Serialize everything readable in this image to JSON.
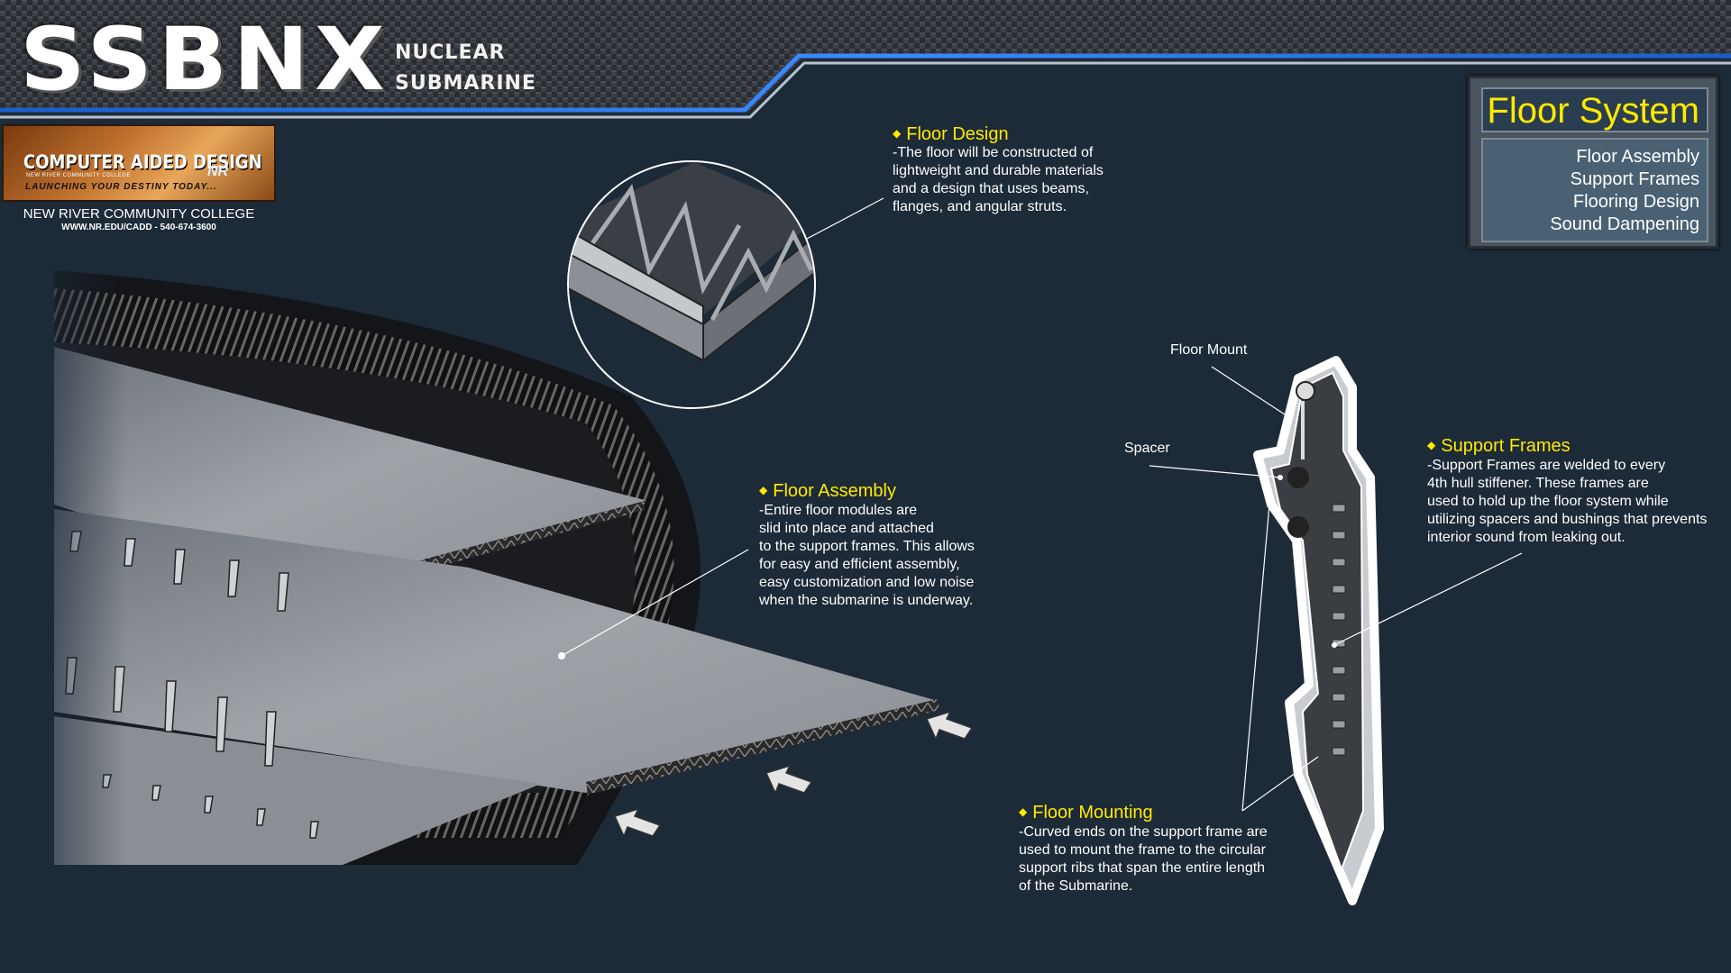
{
  "header": {
    "title": "SSBNX",
    "subtitle_line1": "NUCLEAR",
    "subtitle_line2": "SUBMARINE"
  },
  "logo": {
    "line1": "COMPUTER AIDED DESIGN",
    "line2": "NEW RIVER COMMUNITY COLLEGE",
    "tagline": "LAUNCHING YOUR DESTINY TODAY...",
    "mark": "NR",
    "college_name": "NEW RIVER COMMUNITY COLLEGE",
    "college_contact": "WWW.NR.EDU/CADD - 540-674-3600"
  },
  "menu": {
    "title": "Floor System",
    "items": [
      {
        "label": "Floor Assembly"
      },
      {
        "label": "Support Frames"
      },
      {
        "label": "Flooring Design"
      },
      {
        "label": "Sound Dampening"
      }
    ]
  },
  "notes": {
    "floor_design": {
      "title": "Floor Design",
      "body": "-The floor will be constructed of\nlightweight and durable materials\nand a design that uses beams,\nflanges, and angular struts."
    },
    "floor_assembly": {
      "title": "Floor Assembly",
      "body": "-Entire floor modules are\nslid into place and attached\nto the support frames. This allows\nfor easy and efficient assembly,\neasy customization and low noise\nwhen the submarine is underway."
    },
    "support_frames": {
      "title": "Support Frames",
      "body": "-Support Frames are welded to every\n4th hull stiffener. These frames are\nused to hold up the floor system while\nutilizing spacers and bushings that prevents\ninterior sound from leaking out."
    },
    "floor_mounting": {
      "title": "Floor Mounting",
      "body": "-Curved ends on the support frame are\nused to mount the frame to the circular\nsupport ribs that span the entire length\nof the Submarine."
    }
  },
  "labels": {
    "floor_mount": "Floor Mount",
    "spacer": "Spacer"
  },
  "colors": {
    "background": "#1d2a38",
    "accent_yellow": "#ffea00",
    "header_blue": "#1e6bd6"
  },
  "icons": {
    "bullet": "◆"
  }
}
